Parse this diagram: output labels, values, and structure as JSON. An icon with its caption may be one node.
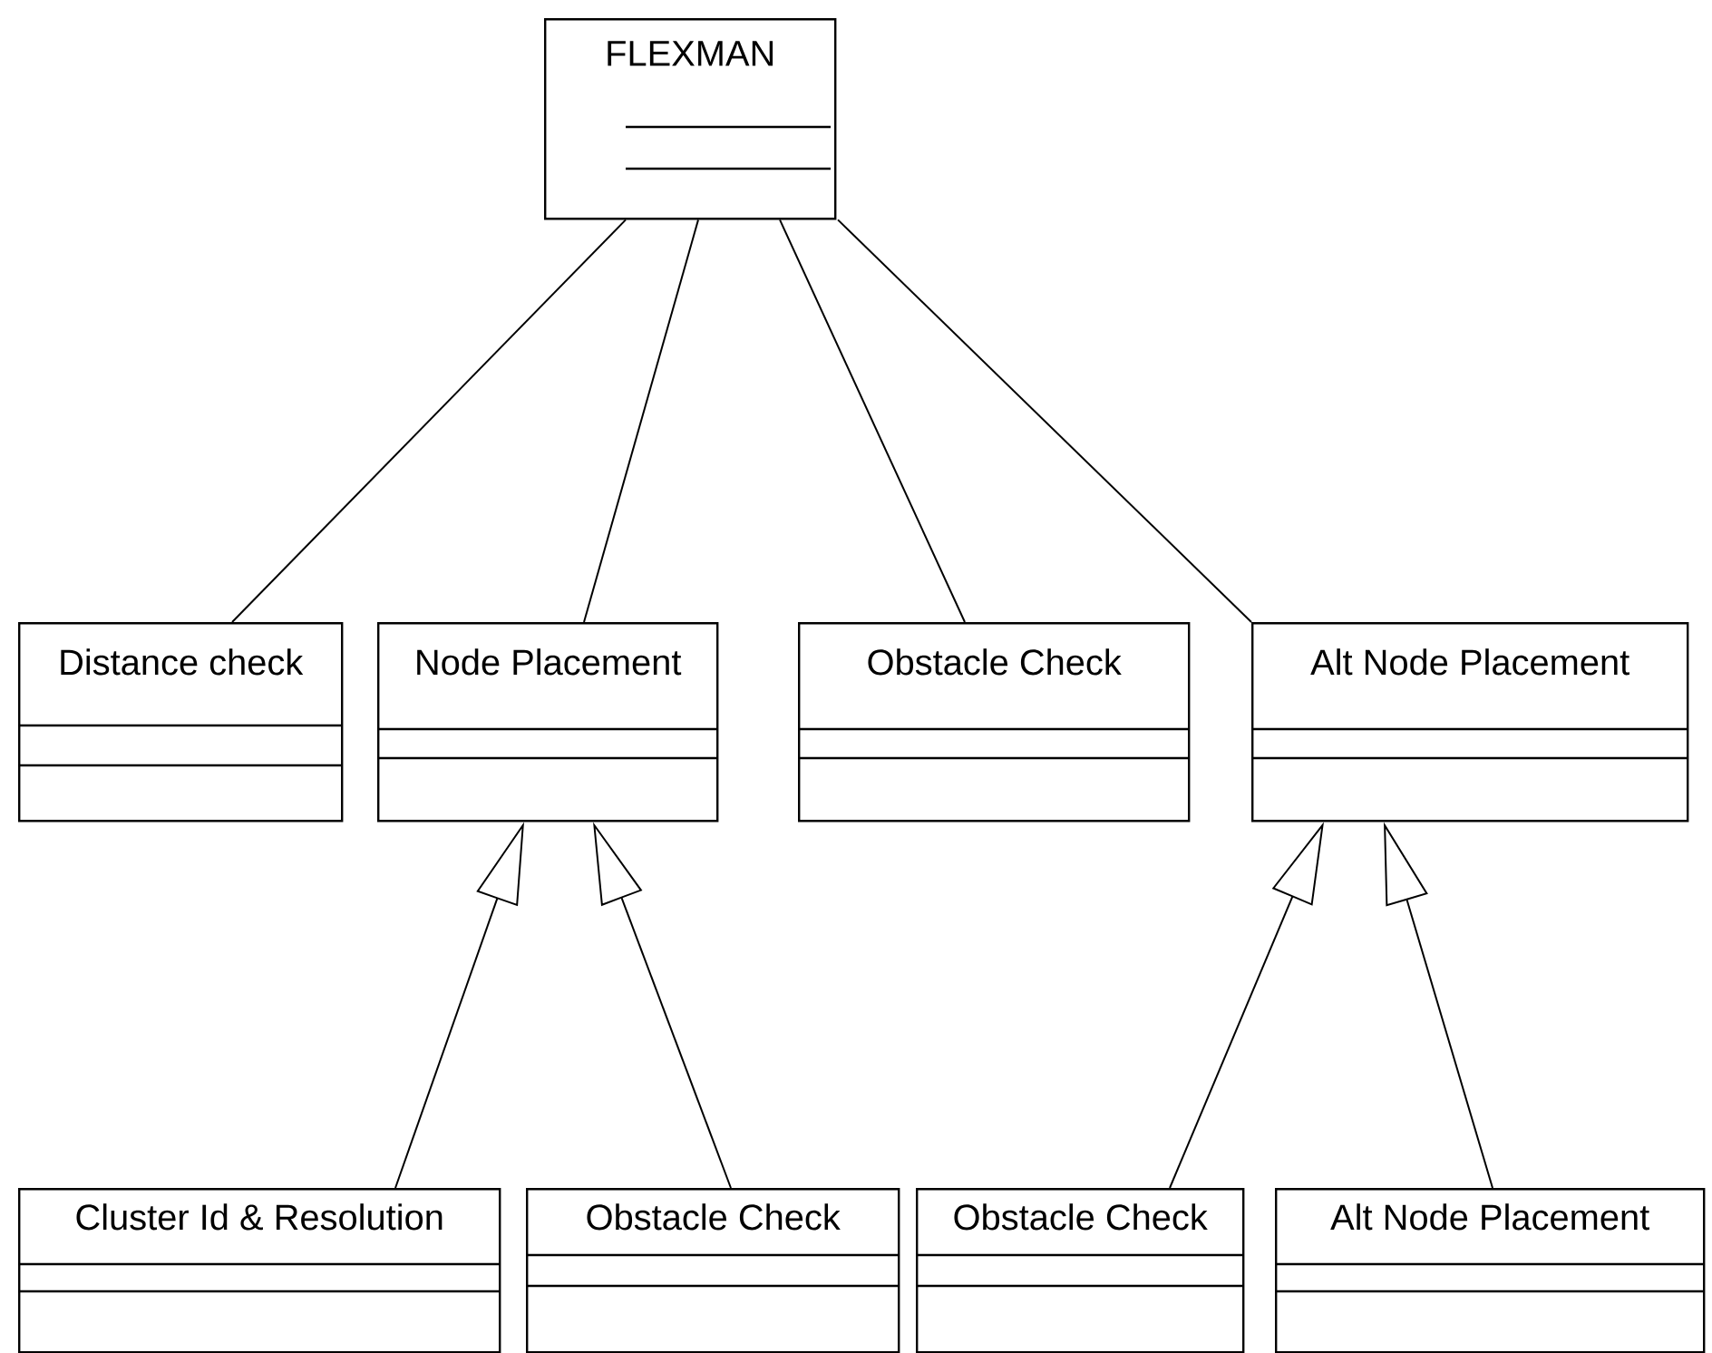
{
  "diagram": {
    "nodes": [
      {
        "text": [
          "FLEXMAN"
        ]
      },
      {
        "text": [
          "Distance check"
        ]
      },
      {
        "text": [
          "Node Placement"
        ]
      },
      {
        "text": [
          "Obstacle Check"
        ]
      },
      {
        "text": [
          "Alt Node Placement"
        ]
      },
      {
        "text": [
          "Cluster Id & Resolution"
        ]
      },
      {
        "text": [
          "Obstacle Check"
        ]
      },
      {
        "text": [
          "Obstacle Check"
        ]
      },
      {
        "text": [
          "Alt Node Placement"
        ]
      }
    ],
    "edges": [
      {
        "from": 0,
        "to": 1,
        "arrow": "none"
      },
      {
        "from": 0,
        "to": 2,
        "arrow": "none"
      },
      {
        "from": 0,
        "to": 3,
        "arrow": "none"
      },
      {
        "from": 0,
        "to": 4,
        "arrow": "none"
      },
      {
        "from": 5,
        "to": 2,
        "arrow": "to"
      },
      {
        "from": 6,
        "to": 2,
        "arrow": "to"
      },
      {
        "from": 7,
        "to": 4,
        "arrow": "to"
      },
      {
        "from": 8,
        "to": 4,
        "arrow": "to"
      }
    ]
  }
}
